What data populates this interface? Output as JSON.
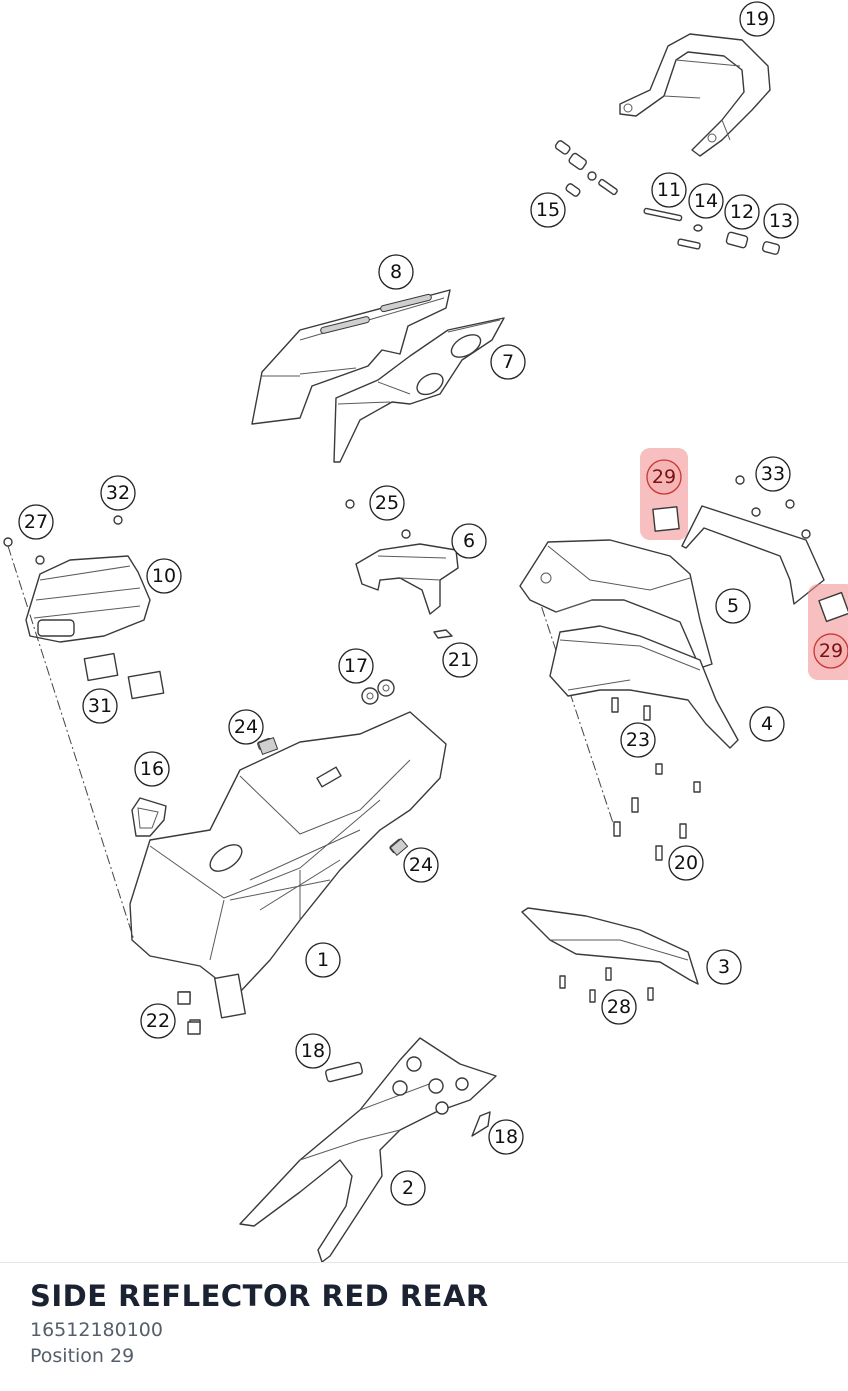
{
  "part": {
    "title": "SIDE REFLECTOR RED REAR",
    "number": "16512180100",
    "position": "Position 29"
  },
  "highlight_color": "#f08a8a",
  "callouts": [
    {
      "label": "1"
    },
    {
      "label": "2"
    },
    {
      "label": "3"
    },
    {
      "label": "4"
    },
    {
      "label": "5"
    },
    {
      "label": "6"
    },
    {
      "label": "7"
    },
    {
      "label": "8"
    },
    {
      "label": "10"
    },
    {
      "label": "11"
    },
    {
      "label": "12"
    },
    {
      "label": "13"
    },
    {
      "label": "14"
    },
    {
      "label": "15"
    },
    {
      "label": "16"
    },
    {
      "label": "17"
    },
    {
      "label": "18"
    },
    {
      "label": "18"
    },
    {
      "label": "19"
    },
    {
      "label": "20"
    },
    {
      "label": "21"
    },
    {
      "label": "22"
    },
    {
      "label": "23"
    },
    {
      "label": "24"
    },
    {
      "label": "24"
    },
    {
      "label": "25"
    },
    {
      "label": "27"
    },
    {
      "label": "28"
    },
    {
      "label": "29",
      "highlighted": true
    },
    {
      "label": "29",
      "highlighted": true
    },
    {
      "label": "31"
    },
    {
      "label": "32"
    },
    {
      "label": "33"
    }
  ]
}
